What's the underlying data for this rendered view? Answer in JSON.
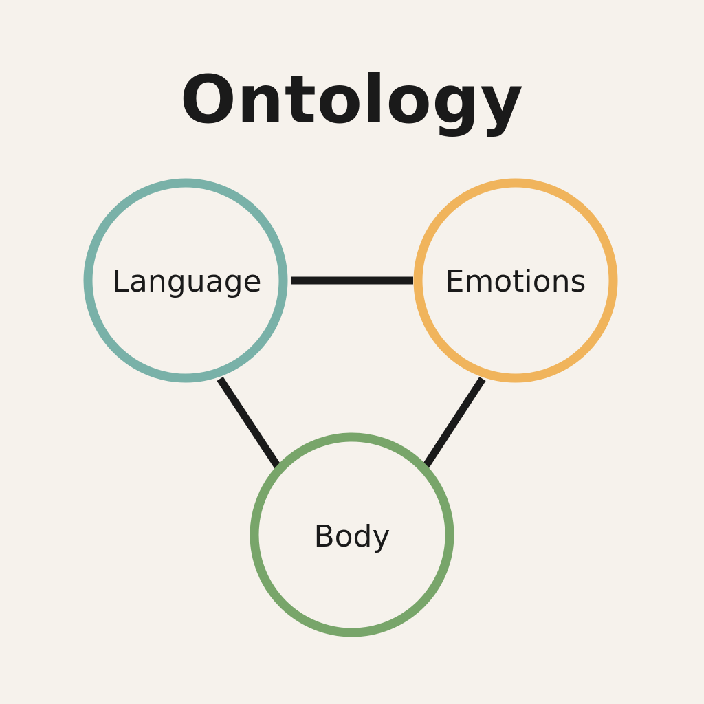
{
  "title": "Ontology",
  "nodes": {
    "language": {
      "label": "Language",
      "color": "#79b1a8"
    },
    "emotions": {
      "label": "Emotions",
      "color": "#f0b45c"
    },
    "body": {
      "label": "Body",
      "color": "#78a56a"
    }
  },
  "edge_color": "#1a1a1a",
  "edges": [
    [
      "language",
      "emotions"
    ],
    [
      "language",
      "body"
    ],
    [
      "emotions",
      "body"
    ]
  ]
}
